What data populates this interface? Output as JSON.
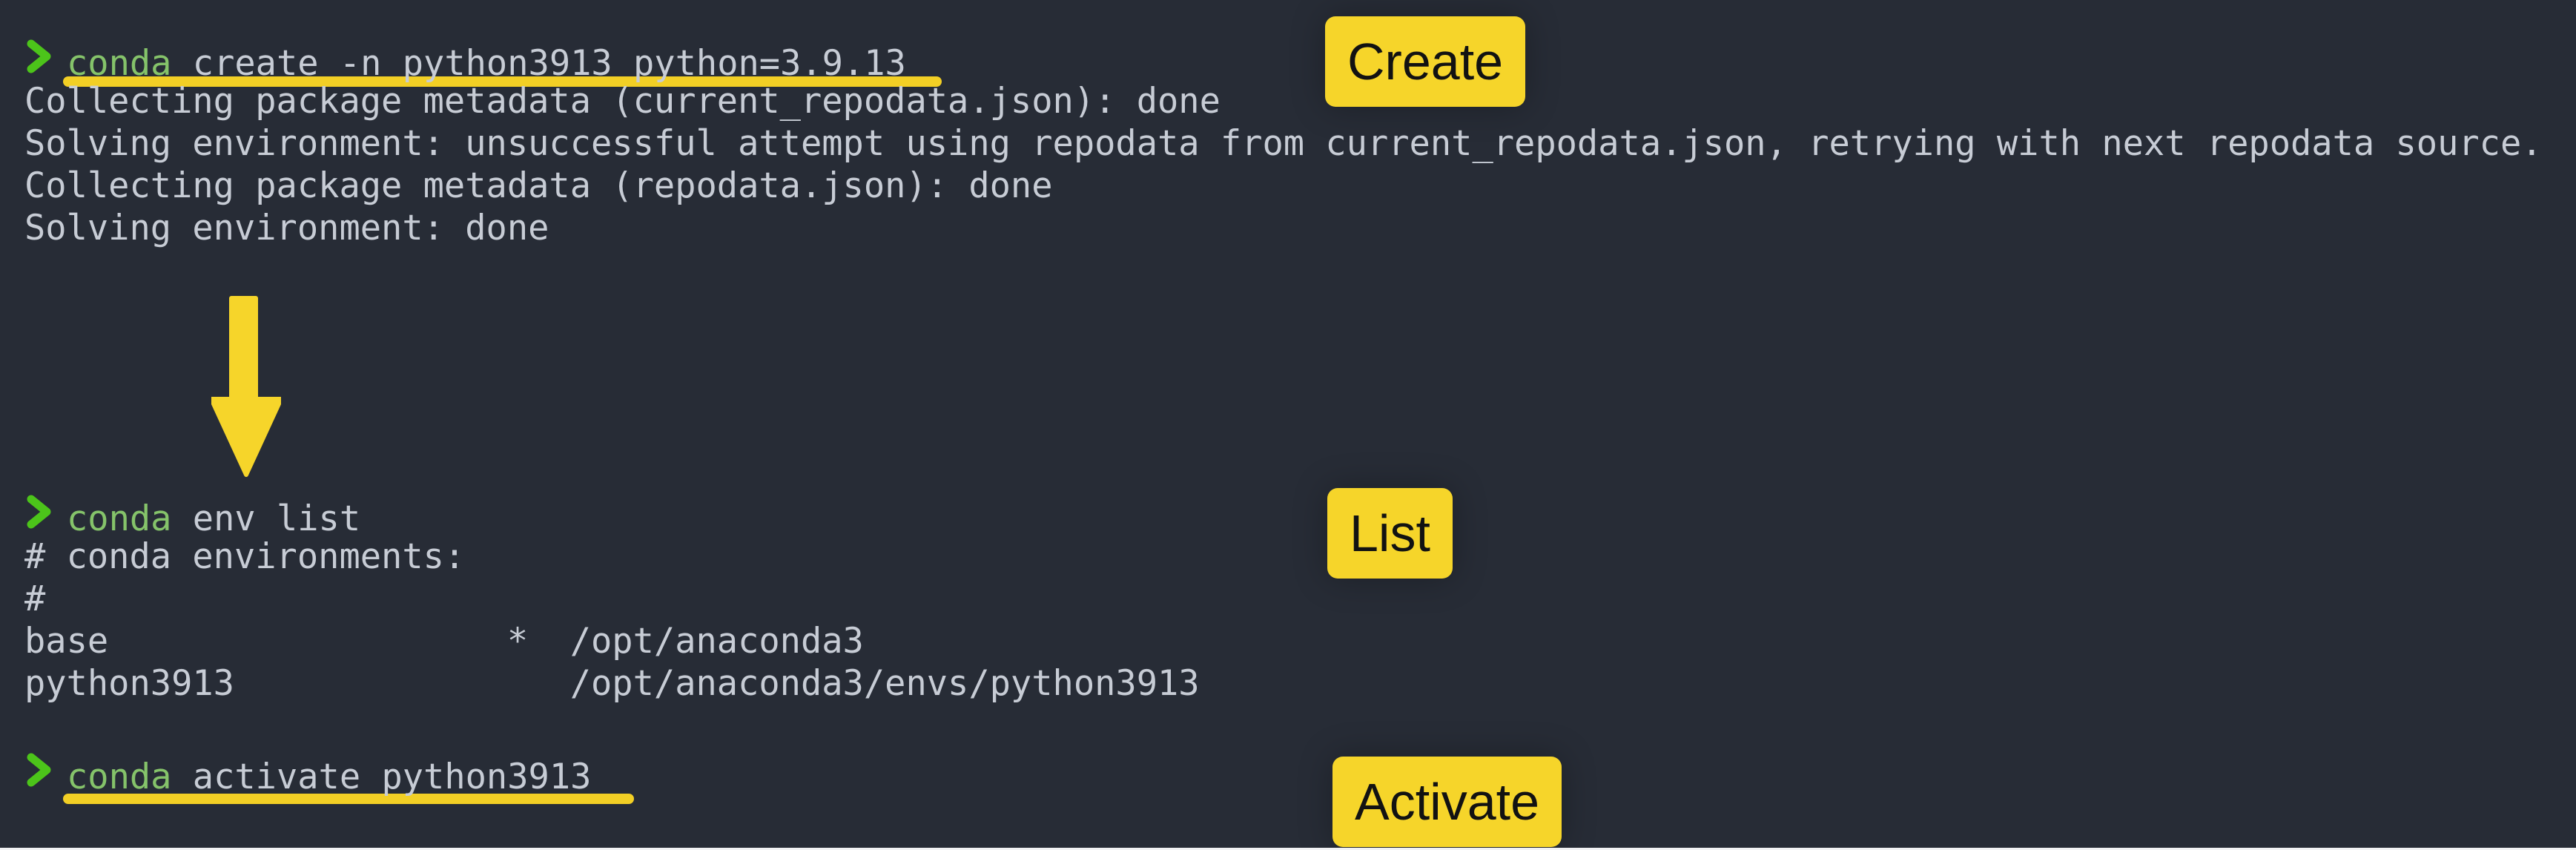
{
  "colors": {
    "background": "#272C36",
    "foreground": "#C7CCD5",
    "prompt_green": "#4CC41A",
    "command_green": "#85C36A",
    "annotation_yellow": "#F6D52A",
    "underline_yellow": "#F2CF25",
    "label_text": "#121212"
  },
  "terminal": {
    "blocks": [
      {
        "prompt": "❯",
        "program": "conda",
        "args": " create -n python3913 python=3.9.13",
        "output": [
          "Collecting package metadata (current_repodata.json): done",
          "Solving environment: unsuccessful attempt using repodata from current_repodata.json, retrying with next repodata source.",
          "Collecting package metadata (repodata.json): done",
          "Solving environment: done"
        ]
      },
      {
        "prompt": "❯",
        "program": "conda",
        "args": " env list",
        "output": [
          "# conda environments:",
          "#",
          "base                   *  /opt/anaconda3",
          "python3913                /opt/anaconda3/envs/python3913"
        ]
      },
      {
        "prompt": "❯",
        "program": "conda",
        "args": " activate python3913",
        "output": []
      }
    ]
  },
  "annotations": {
    "labels": [
      {
        "text": "Create"
      },
      {
        "text": "List"
      },
      {
        "text": "Activate"
      }
    ],
    "arrow": "down-arrow",
    "underlined_commands": [
      "conda create -n python3913 python=3.9.13",
      "conda activate python3913"
    ]
  }
}
